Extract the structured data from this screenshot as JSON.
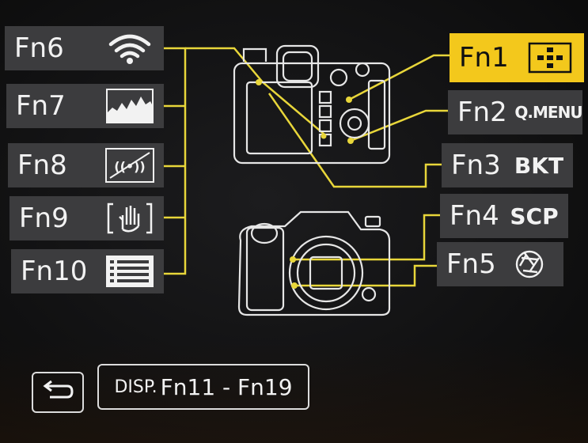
{
  "colors": {
    "accent_yellow": "#f3c81c",
    "button_gray": "#3c3c3e",
    "line_yellow": "#e8d63a",
    "outline_white": "#e6e6e6"
  },
  "left_buttons": [
    {
      "label": "Fn6",
      "icon": "wifi-icon"
    },
    {
      "label": "Fn7",
      "icon": "histogram-icon"
    },
    {
      "label": "Fn8",
      "icon": "level-gauge-icon"
    },
    {
      "label": "Fn9",
      "icon": "touch-ae-icon"
    },
    {
      "label": "Fn10",
      "icon": "menu-list-icon"
    }
  ],
  "right_buttons": [
    {
      "label": "Fn1",
      "icon": "af-mode-icon",
      "selected": true
    },
    {
      "label": "Fn2",
      "icon_text": "Q.MENU"
    },
    {
      "label": "Fn3",
      "icon_text": "BKT"
    },
    {
      "label": "Fn4",
      "icon_text": "SCP"
    },
    {
      "label": "Fn5",
      "icon": "aperture-icon"
    }
  ],
  "footer": {
    "back_icon": "return-arrow-icon",
    "disp_prefix": "DISP.",
    "disp_range": "Fn11 - Fn19"
  }
}
